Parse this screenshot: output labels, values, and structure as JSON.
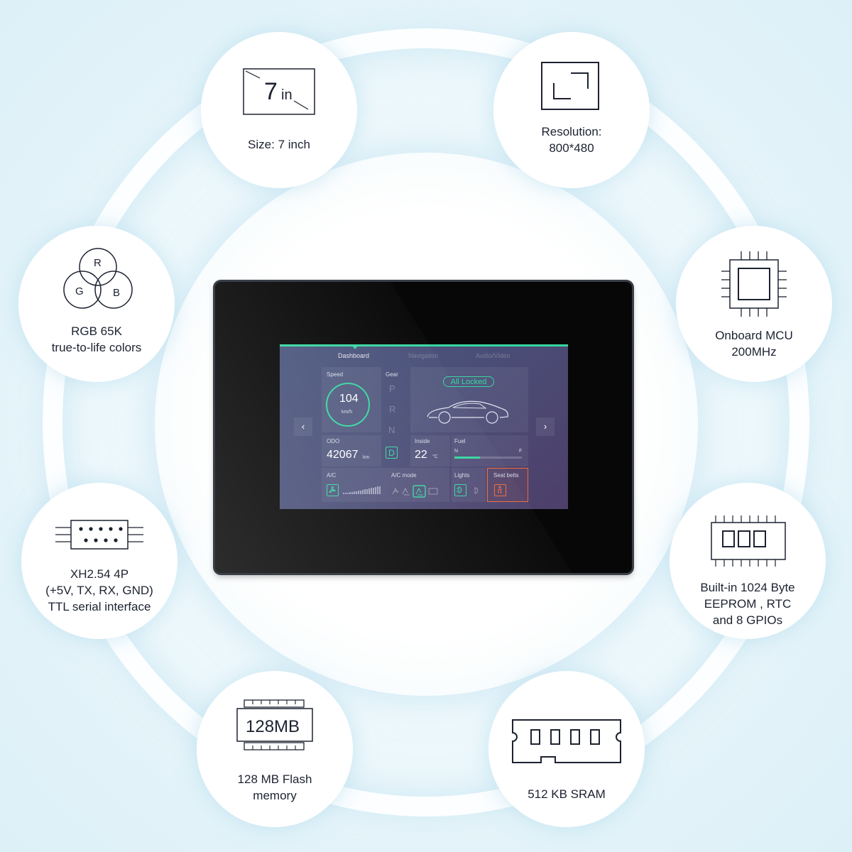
{
  "features": {
    "size": {
      "icon_name": "size-icon",
      "icon_value": "7",
      "icon_unit": "in",
      "line1": "Size: 7 inch"
    },
    "resolution": {
      "icon_name": "resolution-icon",
      "line1": "Resolution:",
      "line2": "800*480"
    },
    "rgb": {
      "icon_name": "rgb-circles-icon",
      "r": "R",
      "g": "G",
      "b": "B",
      "line1": "RGB 65K",
      "line2": "true-to-life colors"
    },
    "mcu": {
      "icon_name": "chip-icon",
      "line1": "Onboard MCU",
      "line2": "200MHz"
    },
    "serial": {
      "icon_name": "connector-icon",
      "line1": "XH2.54 4P",
      "line2": "(+5V, TX, RX, GND)",
      "line3": "TTL serial interface"
    },
    "eeprom": {
      "icon_name": "memory-module-icon",
      "line1": "Built-in 1024 Byte",
      "line2": "EEPROM , RTC",
      "line3": "and 8 GPIOs"
    },
    "flash": {
      "icon_name": "flash-chip-icon",
      "icon_text": "128MB",
      "line1": "128 MB Flash",
      "line2": "memory"
    },
    "sram": {
      "icon_name": "sram-module-icon",
      "line1": "512 KB SRAM"
    }
  },
  "screen": {
    "tabs": [
      "Dashboard",
      "Navigation",
      "Audio/Video"
    ],
    "speed_label": "Speed",
    "speed_value": "104",
    "speed_unit": "km/h",
    "gear_label": "Gear",
    "gears": [
      "P",
      "R",
      "N"
    ],
    "gear_active": "D",
    "lock_status": "All Locked",
    "odo_label": "ODO",
    "odo_value": "42067",
    "odo_unit": "km",
    "inside_label": "Inside",
    "inside_value": "22",
    "inside_unit": "°C",
    "fuel_label": "Fuel",
    "fuel_empty": "N",
    "fuel_full": "F",
    "fuel_level": 0.38,
    "ac_label": "A/C",
    "ac_mode_label": "A/C mode",
    "lights_label": "Lights",
    "seatbelts_label": "Seat belts",
    "nav_prev": "‹",
    "nav_next": "›",
    "accent": "#37d7a0",
    "warning": "#f06a3c"
  }
}
